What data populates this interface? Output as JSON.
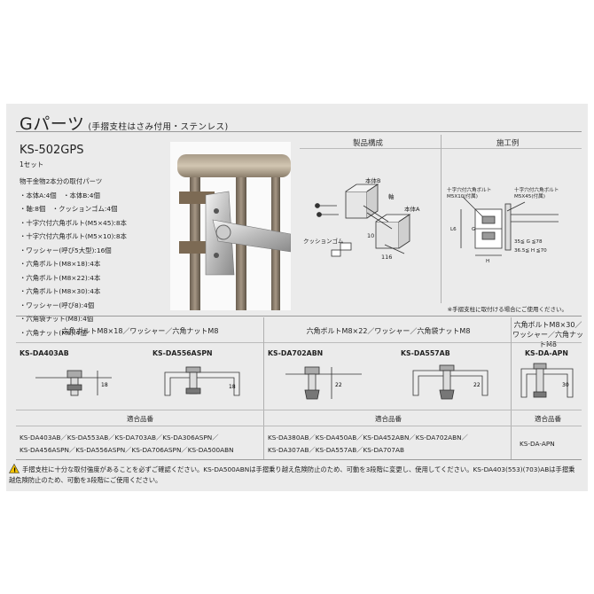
{
  "header": {
    "title": "Gパーツ",
    "subtitle": "(手摺支柱はさみ付用・ステンレス)",
    "col_product": "製品構成",
    "col_example": "施工例"
  },
  "product": {
    "model": "KS-502GPS",
    "set": "1セット",
    "spec_lines": [
      "物干金物2本分の取付パーツ",
      "・本体A:4個　・本体B:4個",
      "・軸:8個　・クッションゴム:4個",
      "・十字穴付六角ボルト(M5×45):8本",
      "・十字穴付六角ボルト(M5×10):8本",
      "・ワッシャー(呼び5大型):16個",
      "・六角ボルト(M8×18):4本",
      "・六角ボルト(M8×22):4本",
      "・六角ボルト(M8×30):4本",
      "・ワッシャー(呼び8):4個",
      "・六角袋ナット(M8):4個",
      "・六角ナット(M8):4個"
    ]
  },
  "product_diagram": {
    "label_body_b": "本体B",
    "label_shaft": "軸",
    "label_body_a": "本体A",
    "label_cushion": "クッションゴム",
    "dim_10": "10",
    "dim_116": "116"
  },
  "example_diagram": {
    "bolt_m5x10": "十字穴付六角ボルト",
    "bolt_m5x10_sub": "M5X10(付属)",
    "bolt_m5x45": "十字穴付六角ボルト",
    "bolt_m5x45_sub": "M5X45(付属)",
    "dim_l6": "L6",
    "dim_range_g": "35≦ G ≦78",
    "dim_range_h": "36.5≦ H ≦70",
    "g": "G",
    "h": "H",
    "note": "※手摺支柱に取付ける場合にご使用ください。"
  },
  "sections": [
    {
      "title": "六角ボルトM8×18／ワッシャー／六角ナットM8"
    },
    {
      "title": "六角ボルトM8×22／ワッシャー／六角袋ナットM8"
    },
    {
      "title": "六角ボルトM8×30／ワッシャー／六角ナットM8"
    }
  ],
  "codes": [
    "KS-DA403AB",
    "KS-DA556ASPN",
    "KS-DA702ABN",
    "KS-DA557AB",
    "KS-DA-APN"
  ],
  "dims": [
    "18",
    "18",
    "22",
    "22",
    "30"
  ],
  "compat": {
    "header": "適合品番",
    "list1": [
      "KS-DA403AB／KS-DA553AB／KS-DA703AB／KS-DA306ASPN／",
      "KS-DA456ASPN／KS-DA556ASPN／KS-DA706ASPN／KS-DA500ABN"
    ],
    "list2": [
      "KS-DA380AB／KS-DA450AB／KS-DA452ABN／KS-DA702ABN／",
      "KS-DA307AB／KS-DA557AB／KS-DA707AB"
    ],
    "list3": [
      "KS-DA-APN"
    ]
  },
  "warning": {
    "line1": "手摺支柱に十分な取付強度があることを必ずご確認ください。KS-DA500ABNは手摺乗り越え危険防止のため、可動を3段階に変更し、使用してください。KS-DA403(553)(703)ABは手摺乗",
    "line2": "越危険防止のため、可動を3段階にご使用ください。"
  }
}
